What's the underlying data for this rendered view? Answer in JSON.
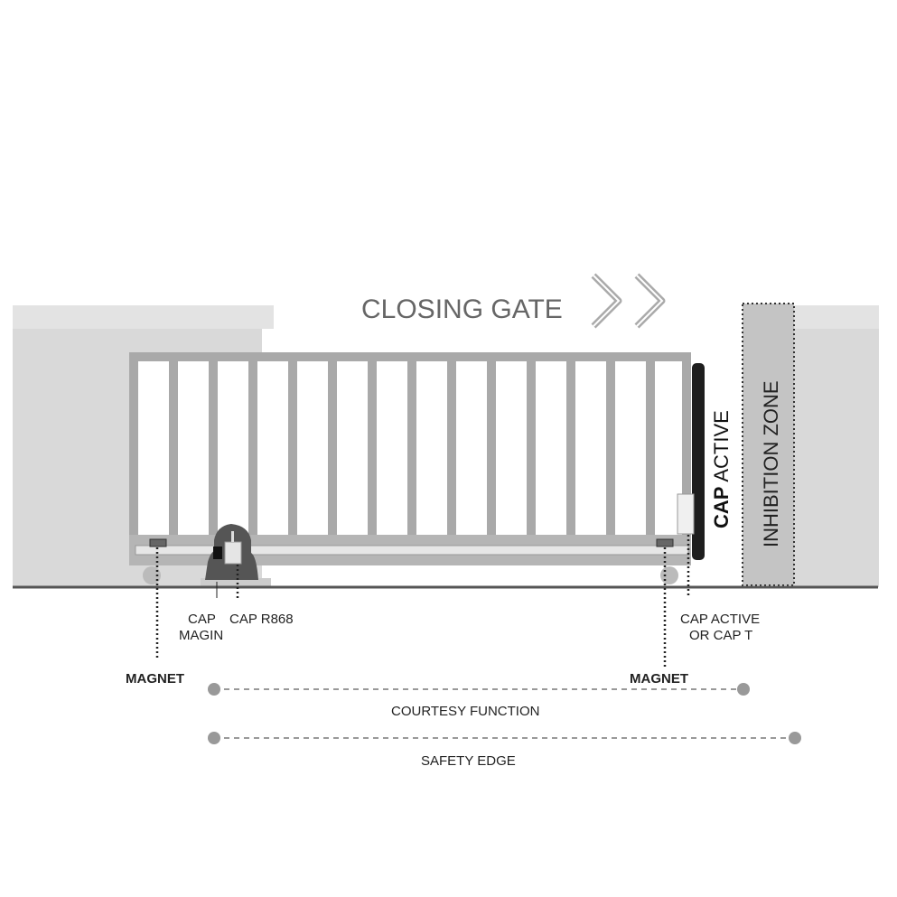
{
  "title": "CLOSING GATE",
  "labels": {
    "cap_active_vertical_bold": "CAP",
    "cap_active_vertical_rest": " ACTIVE",
    "inhibition_zone": "INHIBITION ZONE",
    "cap_magin_line1": "CAP",
    "cap_magin_line2": "MAGIN",
    "cap_r868": "CAP R868",
    "cap_active_or_t_line1": "CAP ACTIVE",
    "cap_active_or_t_line2": "OR CAP T",
    "magnet_left": "MAGNET",
    "magnet_right": "MAGNET",
    "courtesy_function": "COURTESY FUNCTION",
    "safety_edge": "SAFETY EDGE"
  },
  "colors": {
    "wall": "#dcdcdc",
    "gate_frame": "#a9a9a9",
    "ground": "#555555",
    "text": "#222222",
    "dots": "#999999"
  }
}
